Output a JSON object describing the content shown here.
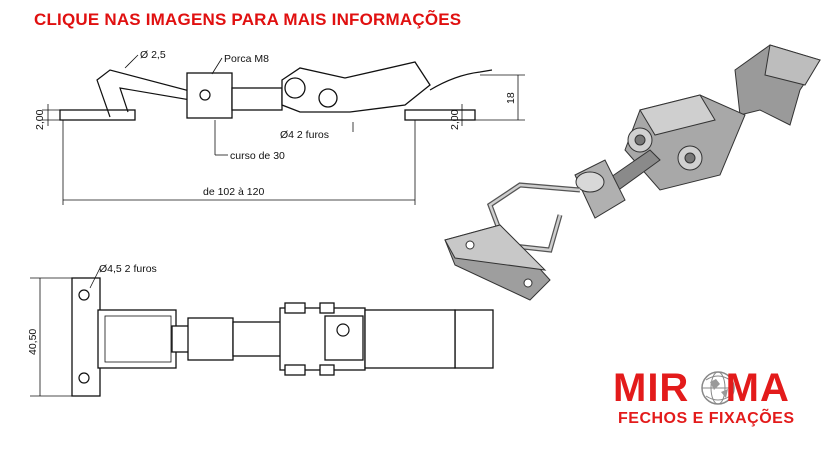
{
  "banner": {
    "text": "CLIQUE NAS IMAGENS PARA MAIS INFORMAÇÕES",
    "color": "#e01010"
  },
  "dimensions": {
    "wire_diameter": "Ø 2,5",
    "nut": "Porca M8",
    "thickness_left": "2,00",
    "thickness_right": "2,00",
    "holes_hook": "Ø4  2 furos",
    "height": "18",
    "stroke": "curso de 30",
    "length": "de 102 à 120",
    "holes_base": "Ø4,5  2 furos",
    "width": "40,50"
  },
  "logo": {
    "main": "MIR   MA",
    "sub": "FECHOS E FIXAÇÕES",
    "color": "#e31b1b"
  }
}
